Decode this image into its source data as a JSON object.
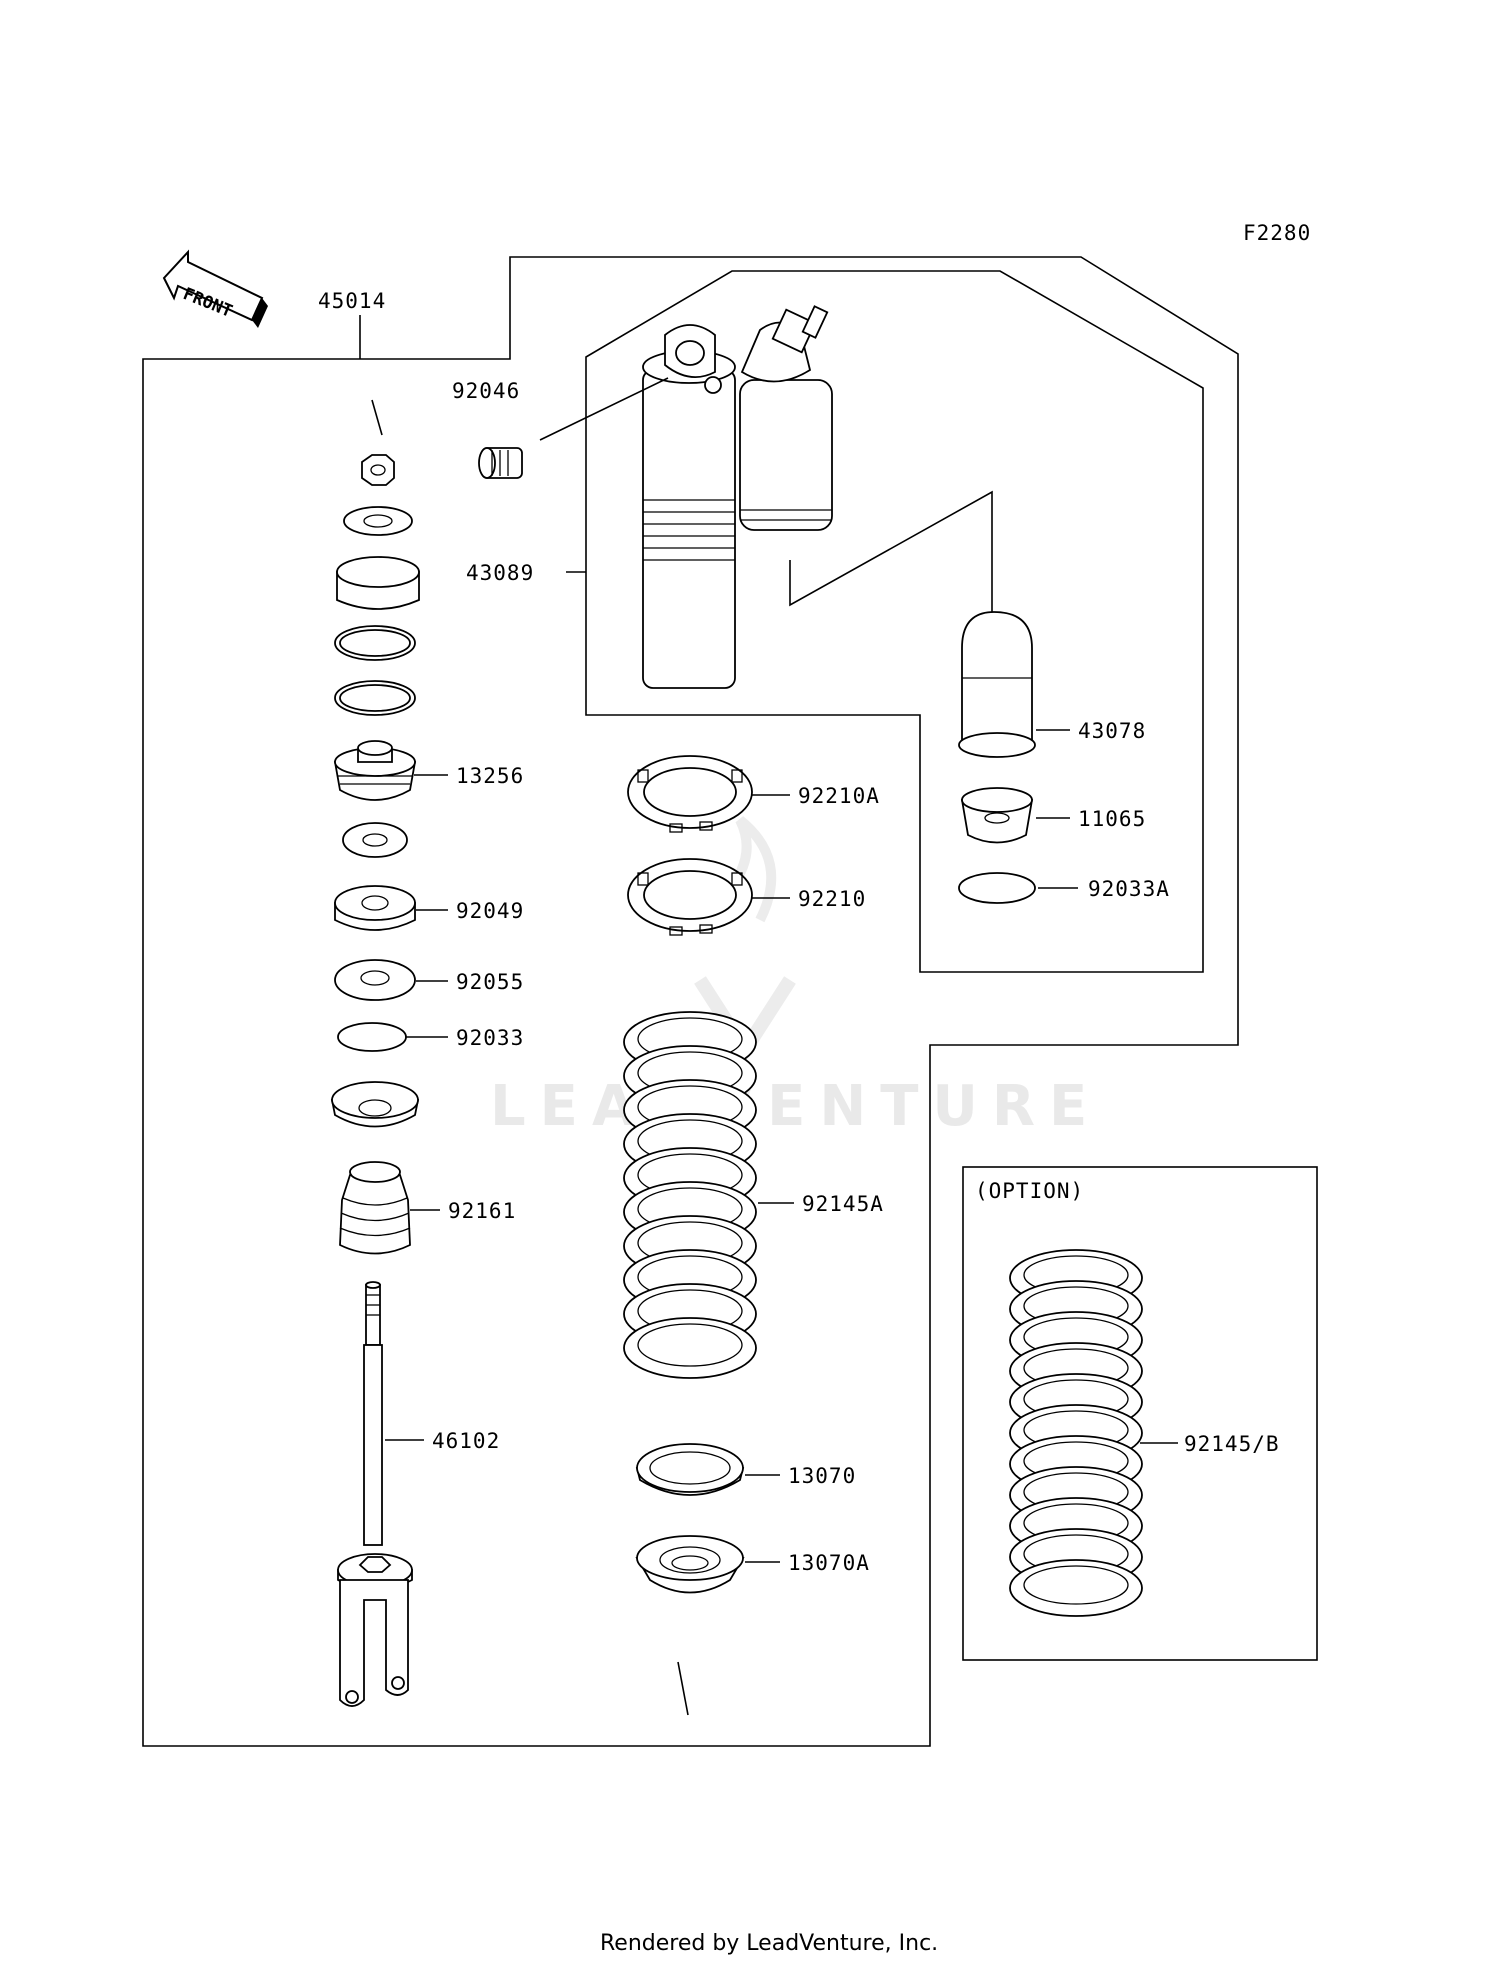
{
  "diagram": {
    "figure_code": "F2280",
    "front_arrow_label": "FRONT",
    "option_label": "(OPTION)",
    "watermark": "LEADVENTURE",
    "footer": "Rendered by LeadVenture, Inc.",
    "parts": {
      "p45014": "45014",
      "p92046": "92046",
      "p43089": "43089",
      "p43078": "43078",
      "p11065": "11065",
      "p92033A": "92033A",
      "p92210A": "92210A",
      "p92210": "92210",
      "p13256": "13256",
      "p92049": "92049",
      "p92055": "92055",
      "p92033": "92033",
      "p92161": "92161",
      "p46102": "46102",
      "p92145A": "92145A",
      "p13070": "13070",
      "p13070A": "13070A",
      "p92145B": "92145/B"
    }
  }
}
